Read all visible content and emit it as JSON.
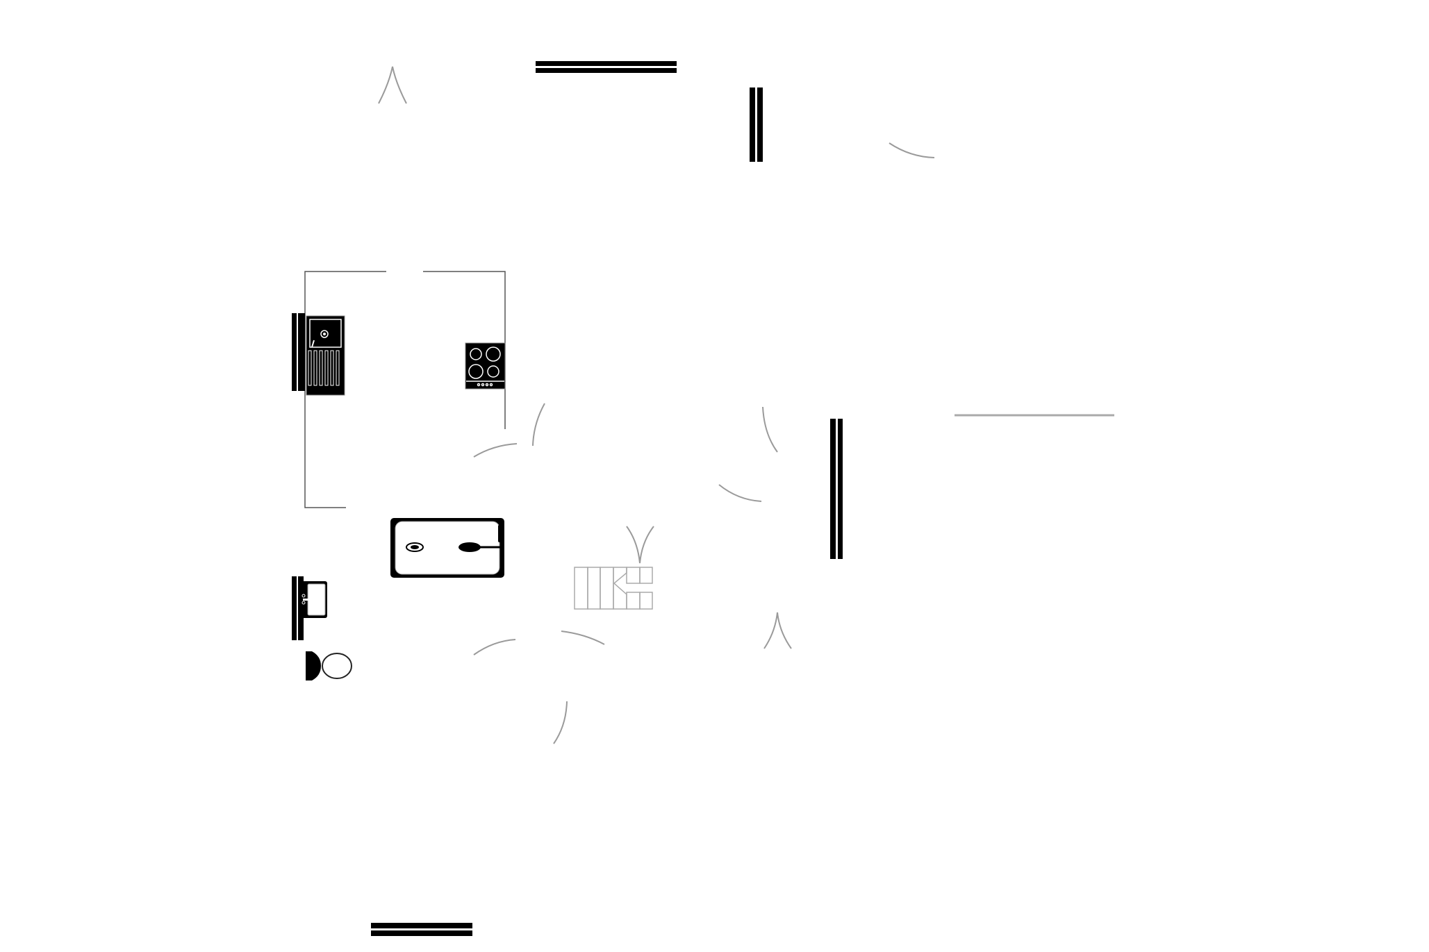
{
  "plan": {
    "colors": {
      "wall": "#000000",
      "door_swing": "#9a9a9a",
      "background": "#ffffff"
    },
    "fixtures": [
      "kitchen-sink",
      "cooktop",
      "bathtub",
      "bathroom-basin",
      "toilet",
      "staircase"
    ]
  }
}
